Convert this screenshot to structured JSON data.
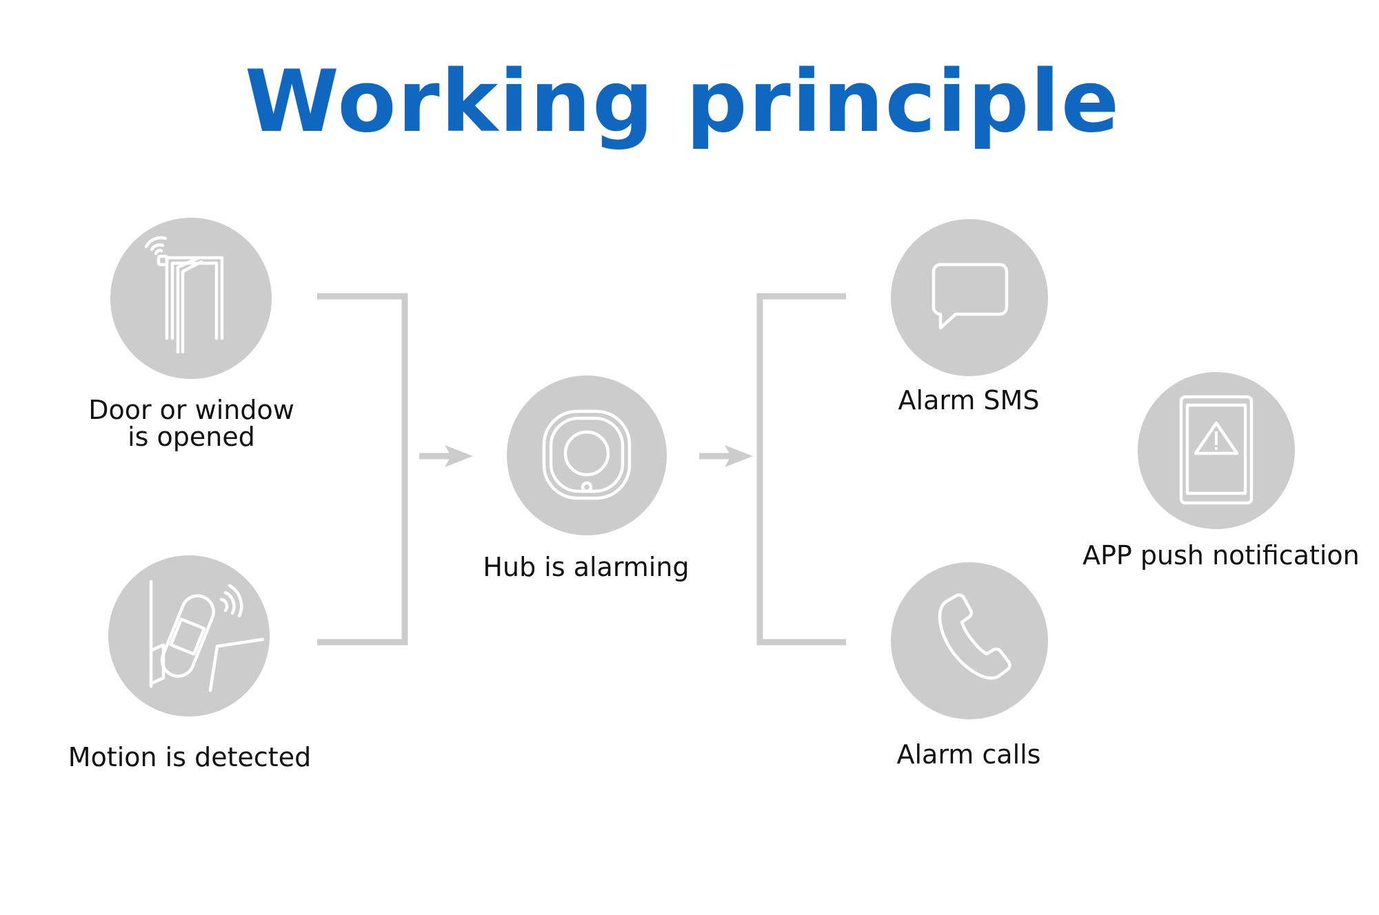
{
  "title": "Working principle",
  "colors": {
    "title": "#1067bf",
    "circle": "#cccccc",
    "line": "#cccccc",
    "icon": "#ffffff",
    "label": "#111111"
  },
  "triggers": [
    {
      "icon": "door-sensor-icon",
      "label_lines": [
        "Door or window",
        "is opened"
      ]
    },
    {
      "icon": "motion-sensor-icon",
      "label_lines": [
        "Motion is detected"
      ]
    }
  ],
  "hub": {
    "icon": "hub-icon",
    "label": "Hub is alarming"
  },
  "actions": [
    {
      "icon": "sms-bubble-icon",
      "label": "Alarm SMS"
    },
    {
      "icon": "phone-handset-icon",
      "label": "Alarm calls"
    },
    {
      "icon": "phone-alert-icon",
      "label": "APP push notification"
    }
  ]
}
